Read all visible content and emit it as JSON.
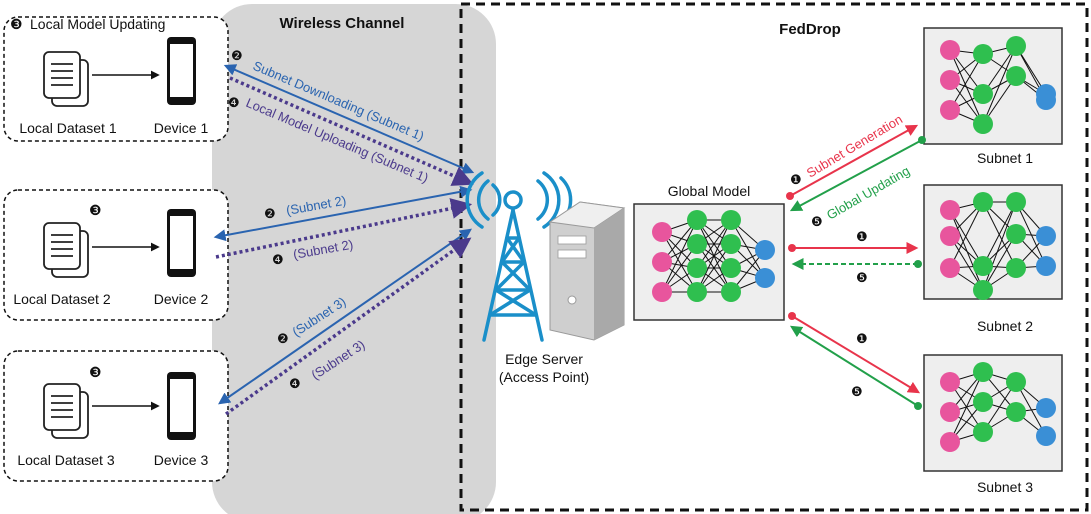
{
  "titles": {
    "wireless_channel": "Wireless Channel",
    "feddrop": "FedDrop"
  },
  "devices": [
    {
      "dataset_label": "Local Dataset 1",
      "device_label": "Device 1",
      "step": "❸",
      "step_text": "Local Model Updating"
    },
    {
      "dataset_label": "Local Dataset 2",
      "device_label": "Device 2",
      "step": "❸",
      "step_text": ""
    },
    {
      "dataset_label": "Local Dataset 3",
      "device_label": "Device 3",
      "step": "❸",
      "step_text": ""
    }
  ],
  "links": [
    {
      "down_step": "❷",
      "down_label": "Subnet Downloading (Subnet 1)",
      "up_step": "❹",
      "up_label": "Local Model Uploading (Subnet 1)"
    },
    {
      "down_step": "❷",
      "down_label": "(Subnet 2)",
      "up_step": "❹",
      "up_label": "(Subnet 2)"
    },
    {
      "down_step": "❷",
      "down_label": "(Subnet 3)",
      "up_step": "❹",
      "up_label": "(Subnet 3)"
    }
  ],
  "server": {
    "line1": "Edge Server",
    "line2": "(Access Point)"
  },
  "global_model": {
    "label": "Global Model"
  },
  "subnets": [
    {
      "label": "Subnet 1",
      "gen_step": "❶",
      "gen_label": "Subnet Generation",
      "upd_step": "❺",
      "upd_label": "Global Updating"
    },
    {
      "label": "Subnet 2",
      "gen_step": "❶",
      "gen_label": "",
      "upd_step": "❺",
      "upd_label": ""
    },
    {
      "label": "Subnet 3",
      "gen_step": "❶",
      "gen_label": "",
      "upd_step": "❺",
      "upd_label": ""
    }
  ],
  "colors": {
    "download": "#2a64b0",
    "upload": "#4b3a8c",
    "generation": "#e8344b",
    "updating": "#22a04a",
    "node_input": "#e8559d",
    "node_hidden": "#2fbf4f",
    "node_output": "#3a8fd6",
    "channel_bg": "#d6d6d6",
    "panel_bg": "#eeeeee",
    "antenna": "#1a8fc9"
  }
}
